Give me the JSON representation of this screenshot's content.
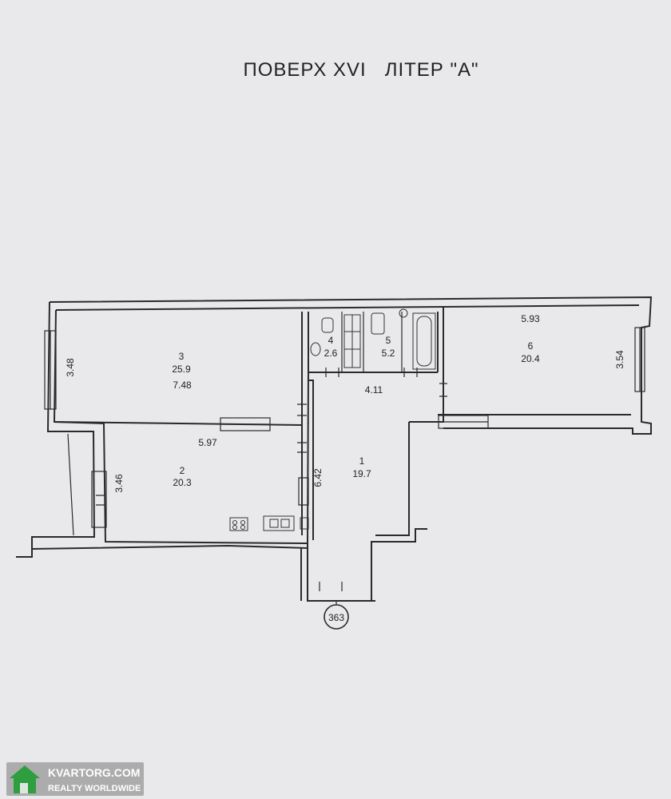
{
  "title": "ПОВЕРХ XVI   ЛІТЕР \"А\"",
  "rooms": [
    {
      "number": "1",
      "area": "19.7"
    },
    {
      "number": "2",
      "area": "20.3"
    },
    {
      "number": "3",
      "area": "25.9"
    },
    {
      "number": "4",
      "area": "2.6"
    },
    {
      "number": "5",
      "area": "5.2"
    },
    {
      "number": "6",
      "area": "20.4"
    }
  ],
  "dimensions": {
    "room3_left": "3.48",
    "room3_width": "7.48",
    "room2_top": "5.97",
    "room2_left": "3.46",
    "corridor_height": "6.42",
    "corridor_top": "4.11",
    "room6_top": "5.93",
    "room6_right": "3.54"
  },
  "entry_marker": "363",
  "watermark": {
    "main": "KVARTORG.COM",
    "sub": "REALTY WORLDWIDE"
  }
}
